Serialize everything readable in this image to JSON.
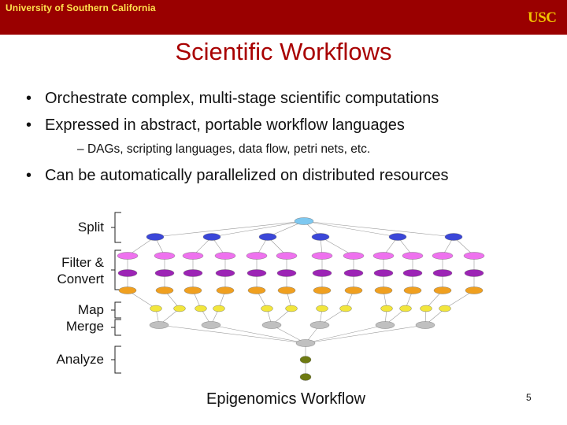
{
  "header": {
    "university": "University of Southern California",
    "logo_text": "USC",
    "bar_color": "#9a0000",
    "text_color": "#ffe14d"
  },
  "slide": {
    "title": "Scientific Workflows",
    "bullets": [
      "Orchestrate complex, multi-stage scientific computations",
      "Expressed in abstract, portable workflow languages"
    ],
    "sub_bullet": "DAGs, scripting languages, data flow, petri nets, etc.",
    "bullet3": "Can be automatically parallelized on distributed resources",
    "caption": "Epigenomics Workflow",
    "page_number": "5"
  },
  "stages": {
    "split": "Split",
    "filter": "Filter &",
    "convert": "Convert",
    "map": "Map",
    "merge": "Merge",
    "analyze": "Analyze"
  },
  "node_colors": {
    "root": "#7ec8f0",
    "split": "#3b47d8",
    "filter": "#ee72ee",
    "convert": "#9c24b5",
    "sol2": "#f0a020",
    "map": "#f2e63c",
    "merge": "#c0c0c0",
    "analyze": "#6e7a12"
  }
}
